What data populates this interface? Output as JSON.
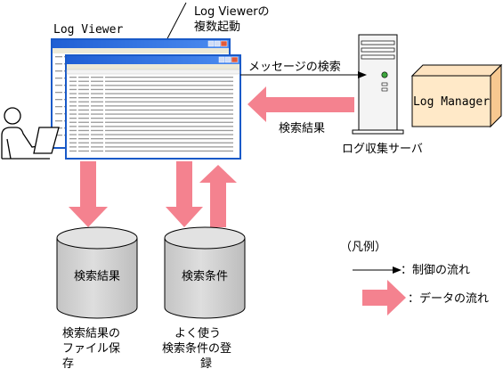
{
  "log_viewer_label": "Log Viewer",
  "multi_launch_label": [
    "Log Viewerの",
    "複数起動"
  ],
  "log_manager_label": "Log Manager",
  "server_label": "ログ収集サーバ",
  "message_search_label": "メッセージの検索",
  "search_result_arrow_label": "検索結果",
  "db_results_label": "検索結果",
  "db_conditions_label": "検索条件",
  "save_caption": [
    "検索結果の",
    "ファイル保",
    "存"
  ],
  "register_caption": [
    "よく使う",
    "検索条件の登",
    "録"
  ],
  "legend": {
    "title": "（凡例）",
    "control_flow": "：制御の流れ",
    "data_flow": "：データの流れ"
  },
  "colors": {
    "data_arrow": "#f4828f",
    "window_border": "#1a5ac8",
    "titlebar": "#2a6de0",
    "db_fill": "#d0d0d0"
  }
}
